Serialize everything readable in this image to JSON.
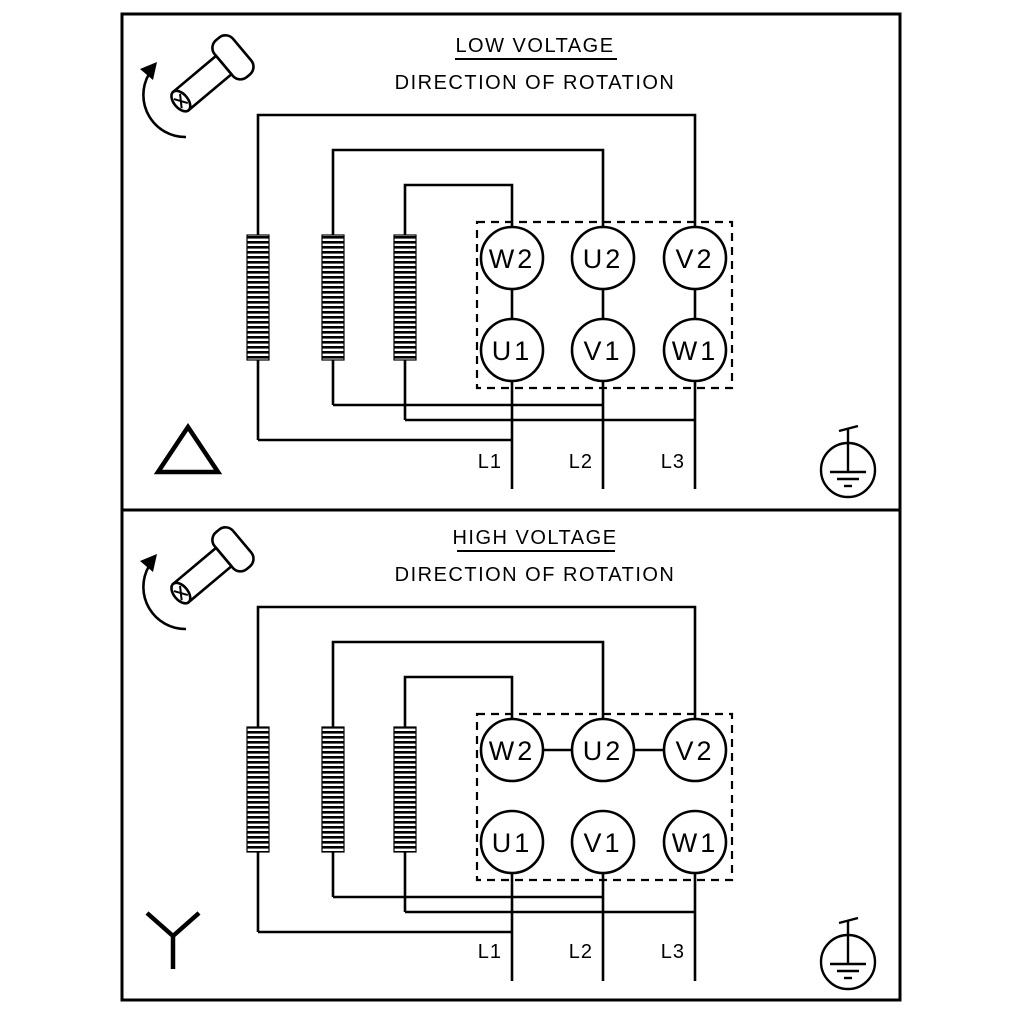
{
  "panels": [
    {
      "title": "LOW VOLTAGE",
      "subtitle": "DIRECTION OF ROTATION",
      "connection": "delta",
      "terminals": {
        "top": [
          "W2",
          "U2",
          "V2"
        ],
        "bottom": [
          "U1",
          "V1",
          "W1"
        ]
      },
      "supply_lines": [
        "L1",
        "L2",
        "L3"
      ]
    },
    {
      "title": "HIGH VOLTAGE",
      "subtitle": "DIRECTION OF ROTATION",
      "connection": "star",
      "terminals": {
        "top": [
          "W2",
          "U2",
          "V2"
        ],
        "bottom": [
          "U1",
          "V1",
          "W1"
        ]
      },
      "supply_lines": [
        "L1",
        "L2",
        "L3"
      ]
    }
  ],
  "colors": {
    "line": "#000000",
    "background": "#ffffff"
  }
}
